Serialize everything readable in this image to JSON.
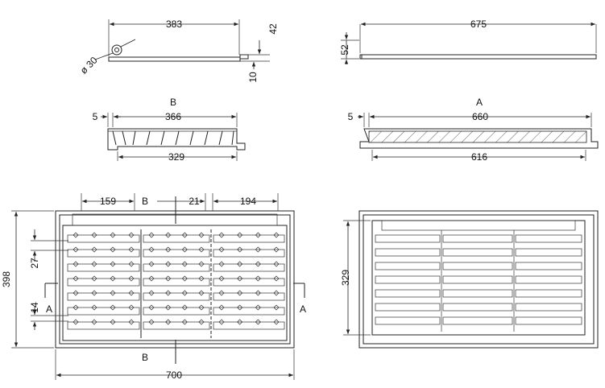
{
  "dimensions": {
    "top_left_width": "383",
    "top_left_height": "42",
    "top_left_lip": "10",
    "hole_diameter": "ø 30",
    "top_right_width": "675",
    "top_right_height": "52",
    "section_b_offset": "5",
    "section_b_top": "366",
    "section_b_bottom": "329",
    "section_a_offset": "5",
    "section_a_top": "660",
    "section_a_bottom": "616",
    "plan_seg1": "159",
    "plan_seg2": "21",
    "plan_seg3": "194",
    "plan_height": "398",
    "plan_pitch": "27",
    "plan_gap": "14",
    "plan_width": "700",
    "bottom_height": "329"
  },
  "labels": {
    "section_b": "B",
    "section_a": "A",
    "cut_b_top": "B",
    "cut_b_bottom": "B",
    "cut_a_left": "A",
    "cut_a_right": "A"
  }
}
